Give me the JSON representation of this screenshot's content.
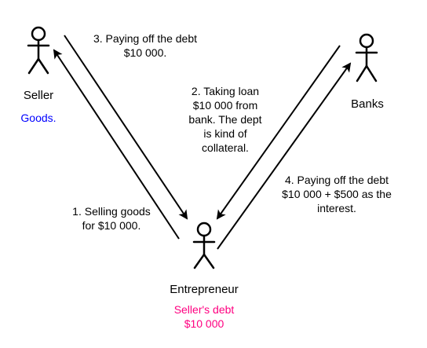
{
  "actors": {
    "seller": {
      "name": "Seller",
      "note": "Goods.",
      "note_color": "#0000ff"
    },
    "banks": {
      "name": "Banks"
    },
    "entrepreneur": {
      "name": "Entrepreneur",
      "note": "Seller's debt\n$10 000",
      "note_color": "#ff0080"
    }
  },
  "steps": {
    "step1": "1. Selling goods\nfor $10 000.",
    "step2": "2. Taking loan\n$10 000 from\nbank. The dept\nis kind of\ncollateral.",
    "step3": "3. Paying off the debt\n$10 000.",
    "step4": "4. Paying off the debt\n$10 000 + $500 as the\ninterest."
  },
  "colors": {
    "line": "#000000",
    "background": "#ffffff"
  }
}
